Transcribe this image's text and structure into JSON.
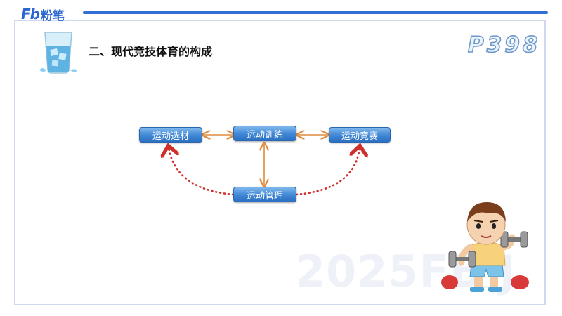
{
  "logo": {
    "mark": "Fb",
    "name": "粉笔"
  },
  "header": {
    "title": "二、现代竞技体育的构成",
    "page_number": "P398"
  },
  "diagram": {
    "nodes": {
      "selection": "运动选材",
      "training": "运动训练",
      "competition": "运动竞赛",
      "management": "运动管理"
    },
    "colors": {
      "node": "#3f86d4",
      "arrow": "#e08a3c",
      "dotted": "#d0302c"
    }
  },
  "watermark": "2025FB J",
  "icons": {
    "glass": "water-glass-icon",
    "mascot": "boy-with-dumbbells-illustration"
  },
  "accent": "#2f6fd6"
}
